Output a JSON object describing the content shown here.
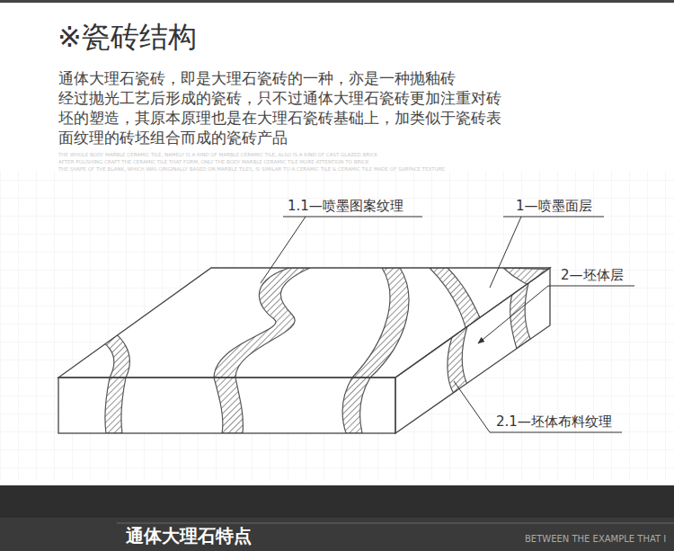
{
  "diagram": {
    "title": "※瓷砖结构",
    "labels": [
      "通体大理石瓷砖，即是大理石瓷砖的一种，亦是一种抛釉砖",
      "经过抛光工艺后形成的瓷砖，只不过通体大理石瓷砖更加注重对砖",
      "坯的塑造，其原本原理也是在大理石瓷砖基础上，加类似于瓷砖表",
      "面纹理的砖坯组合而成的瓷砖产品",
      "THE WHOLE BODY MARBLE CERAMIC TILE, NAMELY IS A KIND OF MARBLE CERAMIC TILE, ALSO IS A KIND OF CAST GLAZED BRICK",
      "AFTER POLISHING CRAFT THE CERAMIC TILE THAT FORM, ONLY THE BODY MARBLE CERAMIC TILE MORE ATTENTION TO BRICK",
      "THE SHAPE OF THE BLANK, WHICH WAS ORIGINALLY BASED ON MARBLE TILES, IS SIMILAR TO A CERAMIC TILE & CERAMIC TILE MADE OF SURFACE TEXTURE",
      "1.1—喷墨图案纹理",
      "1—喷墨面层",
      "2—坯体层",
      "2.1—坯体布料纹理",
      "通体大理石特点",
      "BETWEEN THE EXAMPLE THAT I"
    ]
  }
}
